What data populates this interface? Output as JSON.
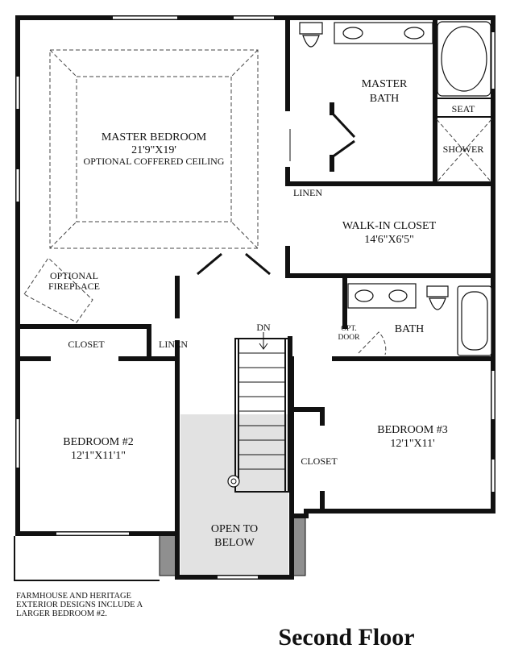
{
  "floor_title": "Second Floor",
  "rooms": {
    "master_bedroom": {
      "name": "MASTER BEDROOM",
      "size": "21'9\"X19'",
      "note": "OPTIONAL COFFERED CEILING"
    },
    "master_bath": {
      "line1": "MASTER",
      "line2": "BATH"
    },
    "seat": "SEAT",
    "shower": "SHOWER",
    "linen_upper": "LINEN",
    "walk_in_closet": {
      "name": "WALK-IN CLOSET",
      "size": "14'6\"X6'5\""
    },
    "fireplace": {
      "line1": "OPTIONAL",
      "line2": "FIREPLACE"
    },
    "closet_left": "CLOSET",
    "linen_hall": "LINEN",
    "stair_dn": "DN",
    "opt_door": {
      "line1": "OPT.",
      "line2": "DOOR"
    },
    "bath": "BATH",
    "bedroom2": {
      "name": "BEDROOM #2",
      "size": "12'1\"X11'1\""
    },
    "bedroom3": {
      "name": "BEDROOM #3",
      "size": "12'1\"X11'"
    },
    "closet_right": "CLOSET",
    "open_below": {
      "line1": "OPEN TO",
      "line2": "BELOW"
    }
  },
  "footnote": {
    "line1": "FARMHOUSE AND HERITAGE",
    "line2": "EXTERIOR DESIGNS INCLUDE A",
    "line3": "LARGER BEDROOM #2."
  },
  "colors": {
    "walls": "#111111",
    "open_below_fill": "#e2e2e2",
    "column_fill": "#8f8f8f"
  }
}
